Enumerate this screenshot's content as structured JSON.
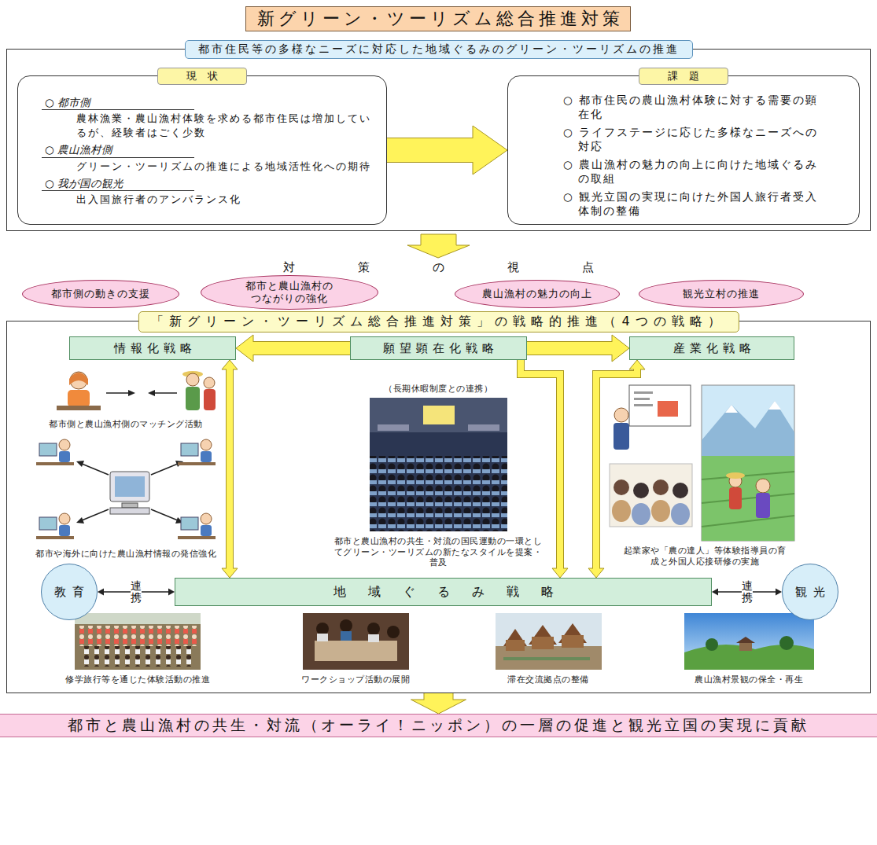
{
  "diagram": {
    "title": "新グリーン・ツーリズム総合推進対策",
    "nodes": [
      {
        "text": [
          "都市住民等の多様なニーズに対応した地域ぐるみのグリーン・ツーリズムの推進"
        ]
      },
      {
        "text": [
          "現状",
          "○ 都市側",
          "農林漁業・農山漁村体験を求める都市住民は増加しているが、経験者はごく少数",
          "○ 農山漁村側",
          "グリーン・ツーリズムの推進による地域活性化への期待",
          "○ 我が国の観光",
          "出入国旅行者のアンバランス化"
        ],
        "in": 0
      },
      {
        "text": [
          "課題",
          "○ 都市住民の農山漁村体験に対する需要の顕在化",
          "○ ライフステージに応じた多様なニーズへの対応",
          "○ 農山漁村の魅力の向上に向けた地域ぐるみの取組",
          "○ 観光立国の実現に向けた外国人旅行者受入体制の整備"
        ],
        "in": 0
      },
      {
        "text": [
          "都市側の動きの支援"
        ]
      },
      {
        "text": [
          "都市と農山漁村のつながりの強化"
        ]
      },
      {
        "text": [
          "農山漁村の魅力の向上"
        ]
      },
      {
        "text": [
          "観光立村の推進"
        ]
      },
      {
        "text": [
          "「新グリーン・ツーリズム総合推進対策」の戦略的推進（4つの戦略）"
        ]
      },
      {
        "text": [
          "情報化戦略"
        ],
        "in": 7
      },
      {
        "text": [
          "願望顕在化戦略"
        ],
        "in": 7
      },
      {
        "text": [
          "産業化戦略"
        ],
        "in": 7
      },
      {
        "text": [
          "地域ぐるみ戦略"
        ],
        "in": 7
      },
      {
        "text": [
          "教育"
        ],
        "in": 7
      },
      {
        "text": [
          "観光"
        ],
        "in": 7
      },
      {
        "text": [
          "都市と農山漁村の共生・対流（オーライ！ニッポン）の一層の促進と観光立国の実現に貢献"
        ]
      }
    ],
    "edges": [
      {
        "from": 1,
        "to": 2,
        "arrow": "to"
      },
      {
        "from": 9,
        "to": 8,
        "arrow": "to"
      },
      {
        "from": 9,
        "to": 10,
        "arrow": "to"
      },
      {
        "from": 8,
        "to": 11,
        "arrow": "both"
      },
      {
        "from": 9,
        "to": 11,
        "arrow": "to"
      },
      {
        "from": 10,
        "to": 11,
        "arrow": "both"
      },
      {
        "from": 12,
        "to": 11,
        "arrow": "both",
        "label": "連携"
      },
      {
        "from": 13,
        "to": 11,
        "arrow": "both",
        "label": "連携"
      },
      {
        "from": 7,
        "to": 14,
        "arrow": "to"
      }
    ],
    "labels": [
      "対策の視点",
      "都市側と農山漁村側のマッチング活動",
      "都市や海外に向けた農山漁村情報の発信強化",
      "（長期休暇制度との連携）",
      "都市と農山漁村の共生・対流の国民運動の一環としてグリーン・ツーリズムの新たなスタイルを提案・普及",
      "起業家や「農の達人」等体験指導員の育成と外国人応接研修の実施",
      "修学旅行等を通じた体験活動の推進",
      "ワークショップ活動の展開",
      "滞在交流拠点の整備",
      "農山漁村景観の保全・再生"
    ]
  }
}
